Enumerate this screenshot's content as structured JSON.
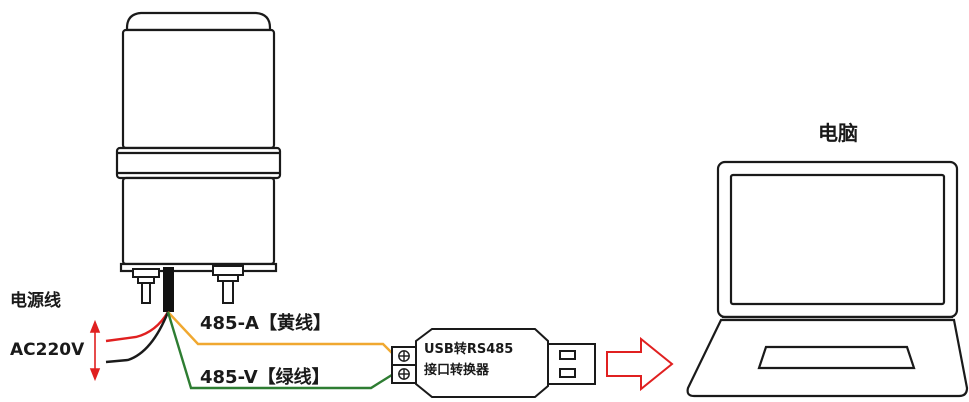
{
  "labels": {
    "power_cable": "电源线",
    "ac_voltage": "AC220V",
    "wire_a": "485-A【黄线】",
    "wire_v": "485-V【绿线】",
    "converter_line1": "USB转RS485",
    "converter_line2": "接口转换器",
    "computer": "电脑"
  },
  "colors": {
    "outline": "#1a1a1a",
    "wire_yellow": "#f0a830",
    "wire_green": "#2e7d32",
    "wire_red": "#e02020",
    "arrow_red": "#e02020",
    "cable_black": "#111111"
  },
  "icons": {
    "signal-light": "tower-light",
    "converter": "usb-rs485-adapter",
    "computer": "laptop-icon",
    "arrow": "right-arrow-icon"
  }
}
